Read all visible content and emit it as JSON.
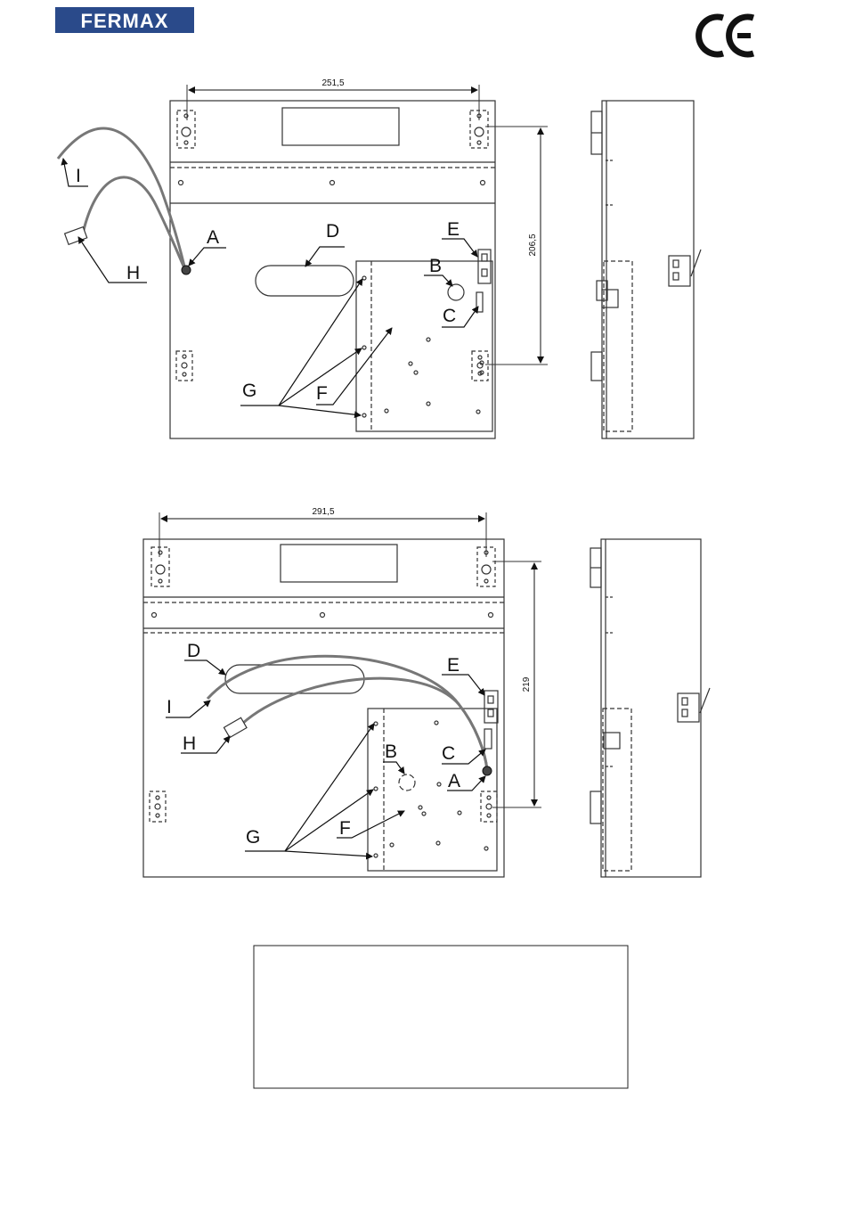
{
  "brand": {
    "name": "FERMAX",
    "color": "#2a4a8a"
  },
  "certification": {
    "mark": "CE"
  },
  "drawing_top": {
    "width_dim": "251,5",
    "height_dim": "206,5",
    "labels": {
      "A": "A",
      "B": "B",
      "C": "C",
      "D": "D",
      "E": "E",
      "F": "F",
      "G": "G",
      "H": "H",
      "I": "I"
    }
  },
  "drawing_bottom": {
    "width_dim": "291,5",
    "height_dim": "219",
    "labels": {
      "A": "A",
      "B": "B",
      "C": "C",
      "D": "D",
      "E": "E",
      "F": "F",
      "G": "G",
      "H": "H",
      "I": "I"
    }
  },
  "colors": {
    "line": "#333333",
    "cable": "#777777",
    "light": "#888888"
  }
}
